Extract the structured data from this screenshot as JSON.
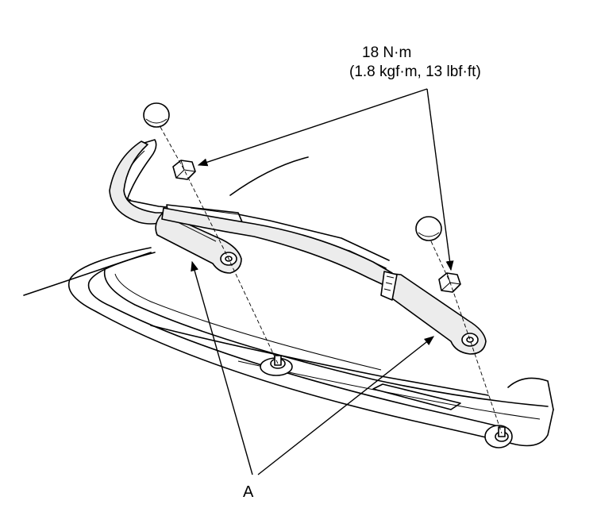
{
  "torque_spec": {
    "line1": "18 N·m",
    "line2": "(1.8 kgf·m, 13 lbf·ft)"
  },
  "callouts": {
    "wiper_arm": "A"
  },
  "icons": {
    "arrow_head": "triangle-arrowhead"
  }
}
